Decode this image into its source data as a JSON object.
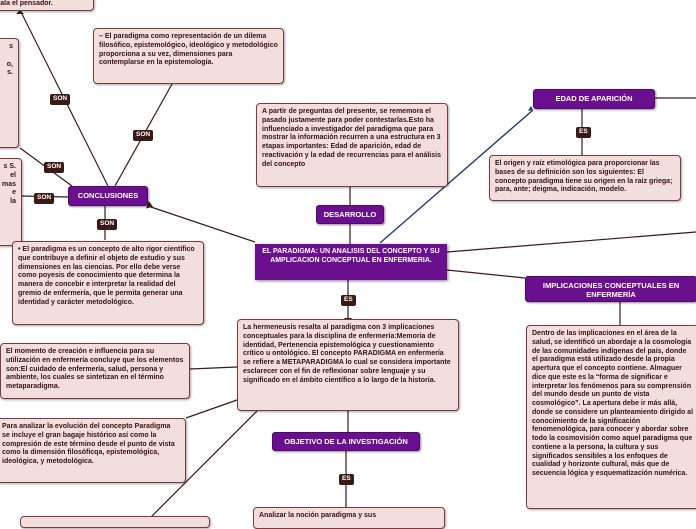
{
  "central": {
    "title": "EL PARADIGMA: UN ANALISIS DEL CONCEPTO Y SU AMPLICACION CONCEPTUAL EN ENFERMERIA."
  },
  "topics": {
    "conclusiones": "CONCLUSIONES",
    "desarrollo": "DESARROLLO",
    "edad": "EDAD DE APARICIÓN",
    "implicaciones": "IMPLICACIONES CONCEPTUALES EN ENFERMERÍA",
    "objetivo": "OBJETIVO DE LA INVESTIGACIÓN"
  },
  "tags": {
    "son": "SON",
    "es": "ES"
  },
  "notes": {
    "top_left_fragment": "dala el pensador.",
    "left_fragment_a": "s\n\no,\ns.",
    "left_fragment_b": "s S.\nel\nmas\ne\nla",
    "paradigma_dilema": "– El paradigma como representación de un dilema filosófico, epistemológico, ideológico y metodológico proporciona a su vez, dimensiones para contemplarse en la epistemología.",
    "paradigma_rigor": "• El paradigma es un concepto de alto rigor científico que contribuye a definir el objeto de estudio y sus dimensiones en las ciencias. Por ello debe verse como poyesis de conocimiento que determina la manera de concebir e interpretar la realidad del gremio de enfermería, que le permita generar una identidad y carácter metodológico.",
    "desarrollo_text": "A partir de preguntas del presente, se rememora el pasado justamente para poder contestarlas.Esto ha influenciado a investigador del paradigma que para mostrar la información recurren a una estructura en 3 etapas importantes: Edad de aparición, edad de reactivación y la edad de recurrencias para el análisis del concepto",
    "edad_text": "El origen y raíz etimológica para proporcionar las bases de su definición son los siguientes: El concepto paradigma tiene su origen en la raíz griega; para, ante; deigma, indicación, modelo.",
    "hermeneusis": "La hermeneusis resalta al paradigma con 3 implicaciones conceptuales para la disciplina de enfermería:Memoria de identidad, Pertenencia epistemológica y cuestionamiento crítico u ontológico.          El concepto PARADIGMA en enfermería se refiere a METAPARADIGMA lo cual se considera importante esclarecer con el fin de reflexionar sobre lenguaje y su significado en el ámbito científico a lo largo de la historia.",
    "momento": "El momento de creación e influencia para su utilización en enfermería concluye que los elementos son:El cuidado de enfermería, salud, persona y ambiente, los cuales se sintetizan en el término metaparadigma.",
    "evolucion": "Para analizar la evolución del concepto Paradigma se incluye el gran bagaje histórico así como la compresión de este término desde el punto de vista como la dimensión filosóficqa, epistemológica, ideológica, y metodológica.",
    "implicaciones_text": "Dentro de las implicaciones en el área de la salud, se identificó un abordaje a la cosmología de las comunidades indígenas del país, donde el paradigma está utilizado desde la propia apertura que el concepto contiene. Almaguer dice que este es la “forma de significar e interpretar los fenómenos para su comprensión del mundo desde un punto de vista cosmológico”. La apertura debe ir más allá, donde se considere un planteamiento dirigido al conocimiento de la significación fenomenológica, para conocer y abordar sobre todo la cosmovisión como aquel paradigma que contiene a la persona, la cultura y sus significados sensibles a los enfoques de cualidad y horizonte cultural, más que de secuencia lógica y esquematización numérica.",
    "objetivo_text": "Analizar la noción paradigma y sus"
  },
  "colors": {
    "topic": "#6a0f8e",
    "note_bg": "#f3dede",
    "note_border": "#7a3b3f",
    "tag": "#3b1a15",
    "line": "#3b1a15",
    "accent_line": "#1f3a6e"
  }
}
